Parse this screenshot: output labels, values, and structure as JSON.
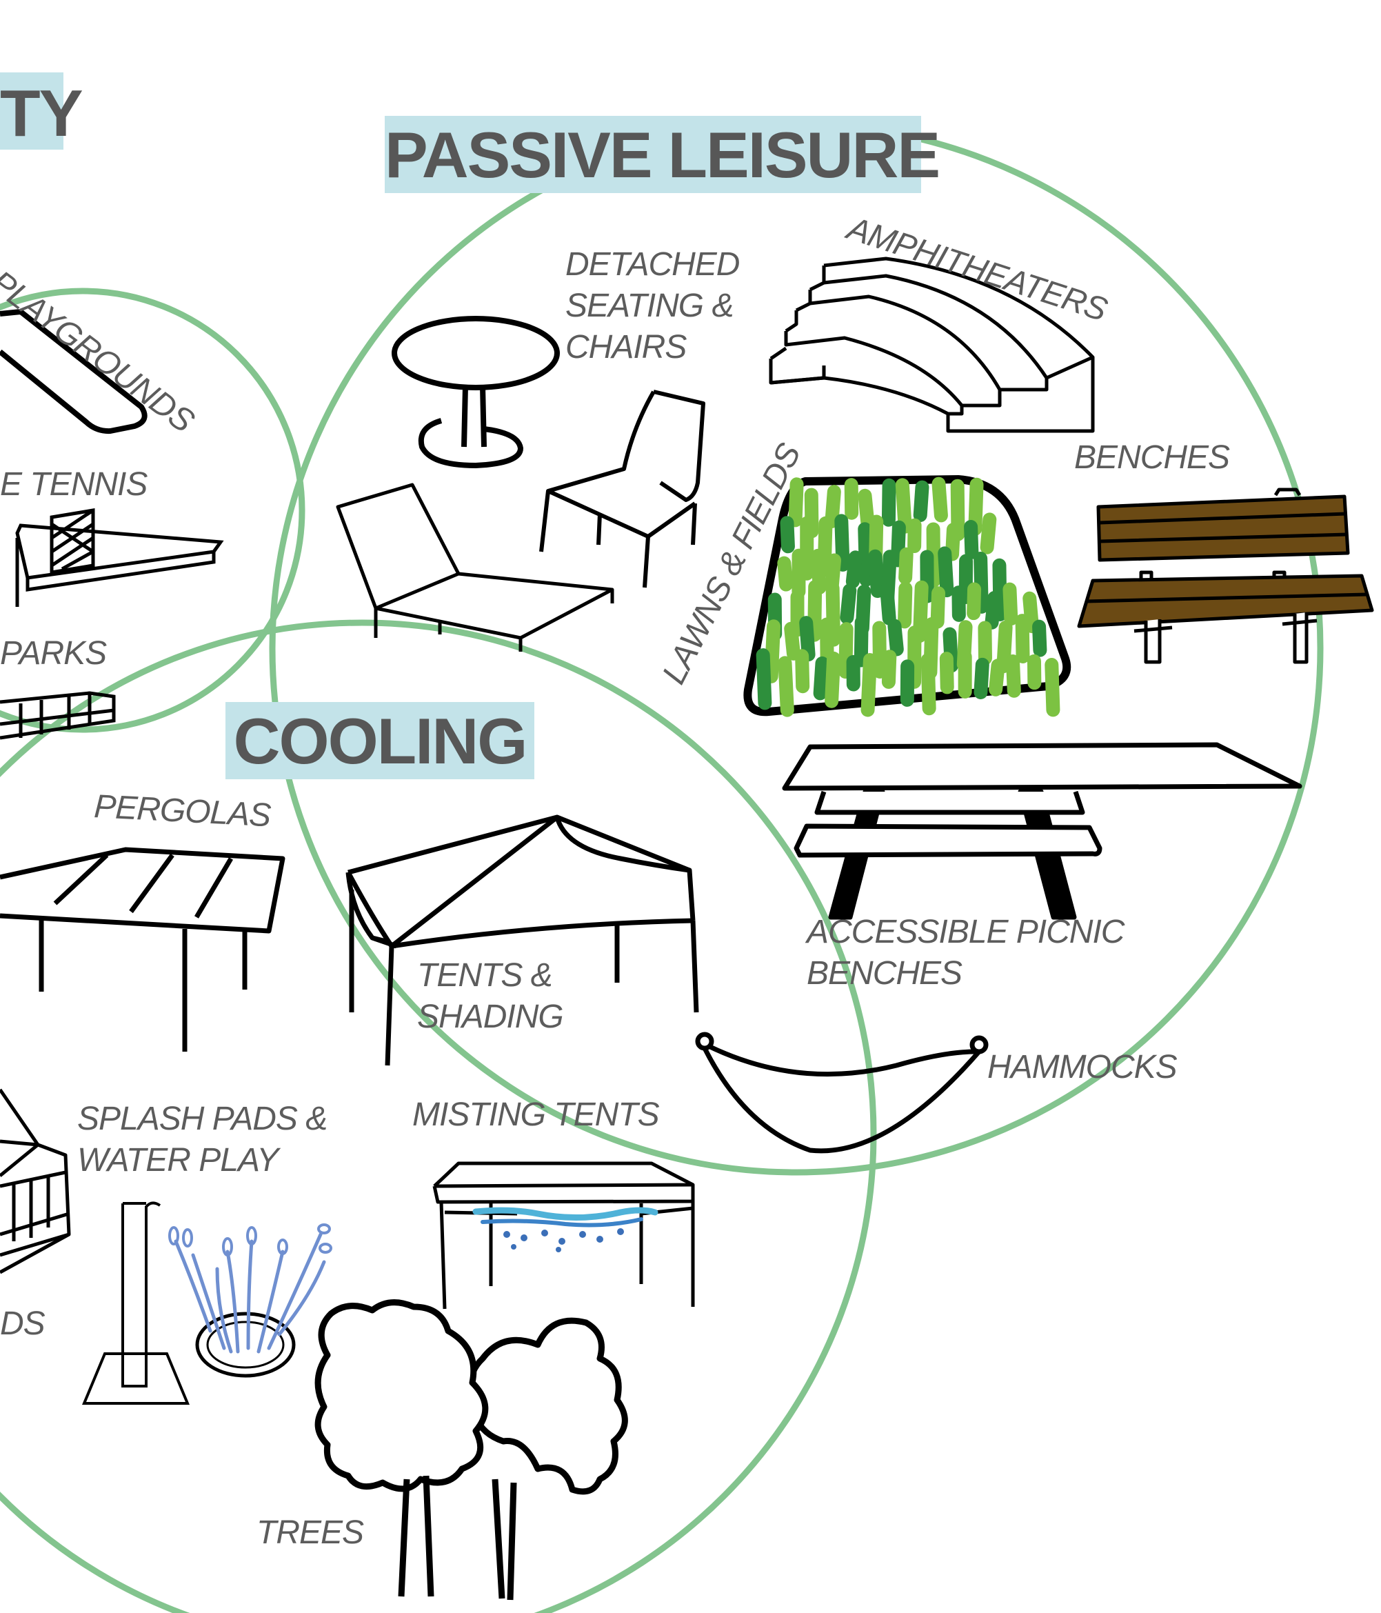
{
  "colors": {
    "circle_stroke": "#83c48e",
    "title_bg": "#c3e3e9",
    "title_text": "#575757",
    "label_text": "#5c5c5c",
    "bench_wood": "#6b4a14",
    "lawn_dark": "#2e8f3c",
    "lawn_light": "#7cc242",
    "water_blue": "#6f8fd0"
  },
  "titles": {
    "partial_left": "TY",
    "passive_leisure": "PASSIVE LEISURE",
    "cooling": "COOLING"
  },
  "labels": {
    "playgrounds": "PLAYGROUNDS",
    "table_tennis": "E TENNIS",
    "parks": "PARKS",
    "detached_seating": [
      "DETACHED",
      "SEATING &",
      "CHAIRS"
    ],
    "amphitheaters": "AMPHITHEATERS",
    "benches": "BENCHES",
    "lawns_fields": "LAWNS & FIELDS",
    "accessible_picnic": [
      "ACCESSIBLE PICNIC",
      "BENCHES"
    ],
    "hammocks": "HAMMOCKS",
    "pergolas": "PERGOLAS",
    "tents_shading": [
      "TENTS &",
      "SHADING"
    ],
    "misting_tents": "MISTING TENTS",
    "splash_pads": [
      "SPLASH PADS &",
      "WATER PLAY"
    ],
    "ds_partial": "DS",
    "trees": "TREES"
  },
  "icons": [
    "playground-slide-icon",
    "table-tennis-icon",
    "skate-ramp-icon",
    "round-table-icon",
    "chair-icon",
    "lounge-chair-icon",
    "amphitheater-icon",
    "lawn-icon",
    "bench-icon",
    "picnic-table-icon",
    "hammock-icon",
    "pergola-icon",
    "tent-icon",
    "misting-tent-icon",
    "splash-pad-icon",
    "gazebo-icon",
    "trees-icon"
  ]
}
